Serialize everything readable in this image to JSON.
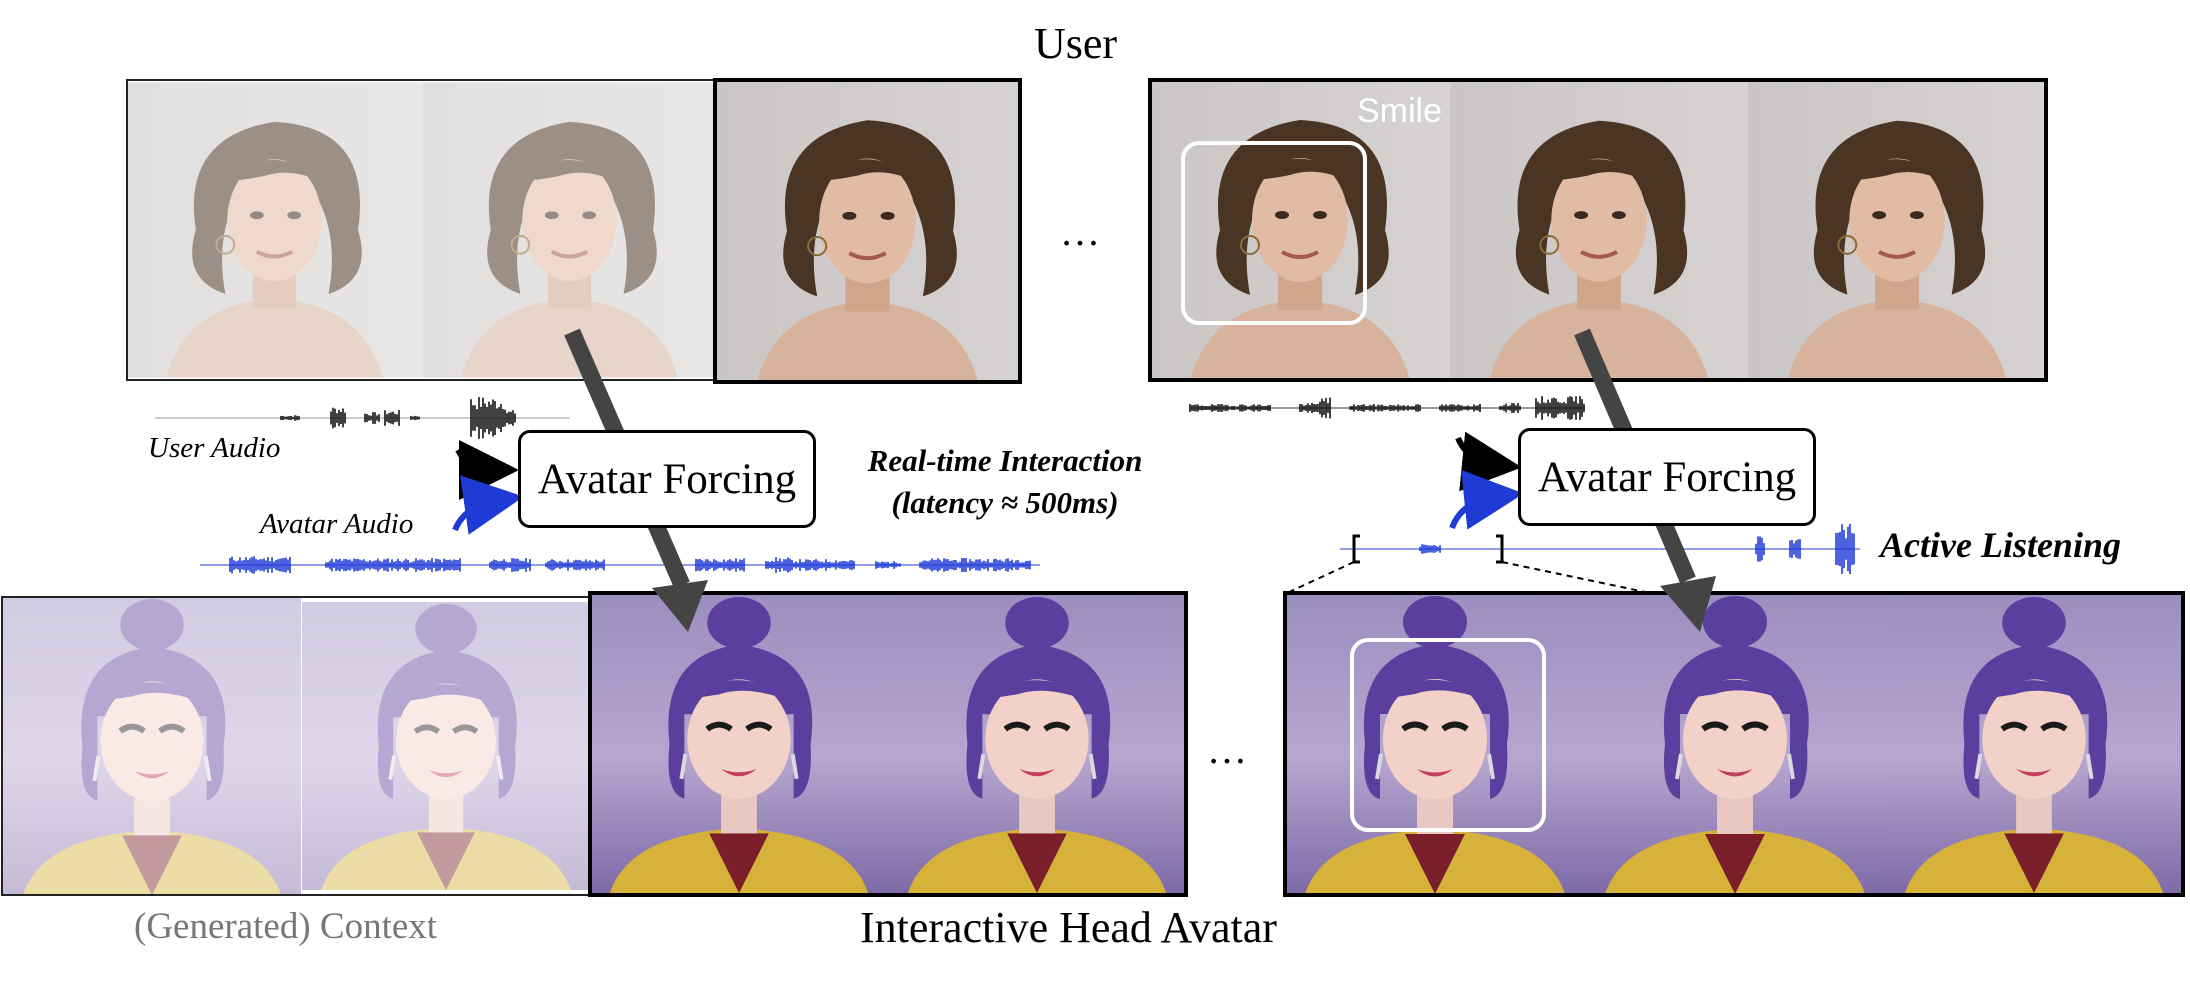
{
  "labels": {
    "user": "User",
    "smile": "Smile",
    "user_audio": "User Audio",
    "avatar_audio": "Avatar Audio",
    "avatar_forcing": "Avatar Forcing",
    "realtime_line1": "Real-time Interaction",
    "realtime_line2": "(latency ≈ 500ms)",
    "active_listening": "Active Listening",
    "context": "(Generated) Context",
    "interactive_head_avatar": "Interactive Head Avatar",
    "ellipsis": "…"
  },
  "colors": {
    "user_waveform": "#111111",
    "avatar_waveform": "#1f3bd6",
    "arrow": "#444444",
    "frame_border": "#000000",
    "highlight_box": "#ffffff",
    "context_text": "#777777"
  },
  "icons": [
    "curved-arrow-icon",
    "down-arrow-icon"
  ]
}
